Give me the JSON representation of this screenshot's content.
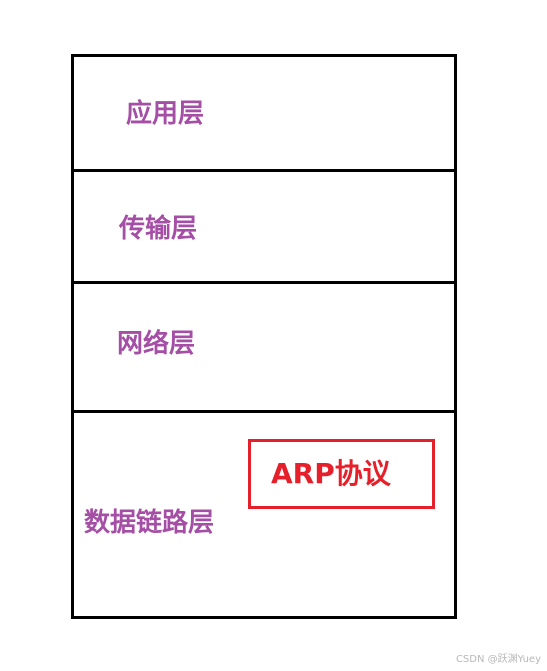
{
  "layers": [
    {
      "id": "application",
      "label": "应用层"
    },
    {
      "id": "transport",
      "label": "传输层"
    },
    {
      "id": "network",
      "label": "网络层"
    },
    {
      "id": "datalink",
      "label": "数据链路层"
    }
  ],
  "protocol_box": {
    "label": "ARP协议",
    "border_color": "#e5202a",
    "text_color": "#e5202a"
  },
  "layer_text_color": "#a54ea6",
  "watermark": "CSDN @跃渊Yuey"
}
